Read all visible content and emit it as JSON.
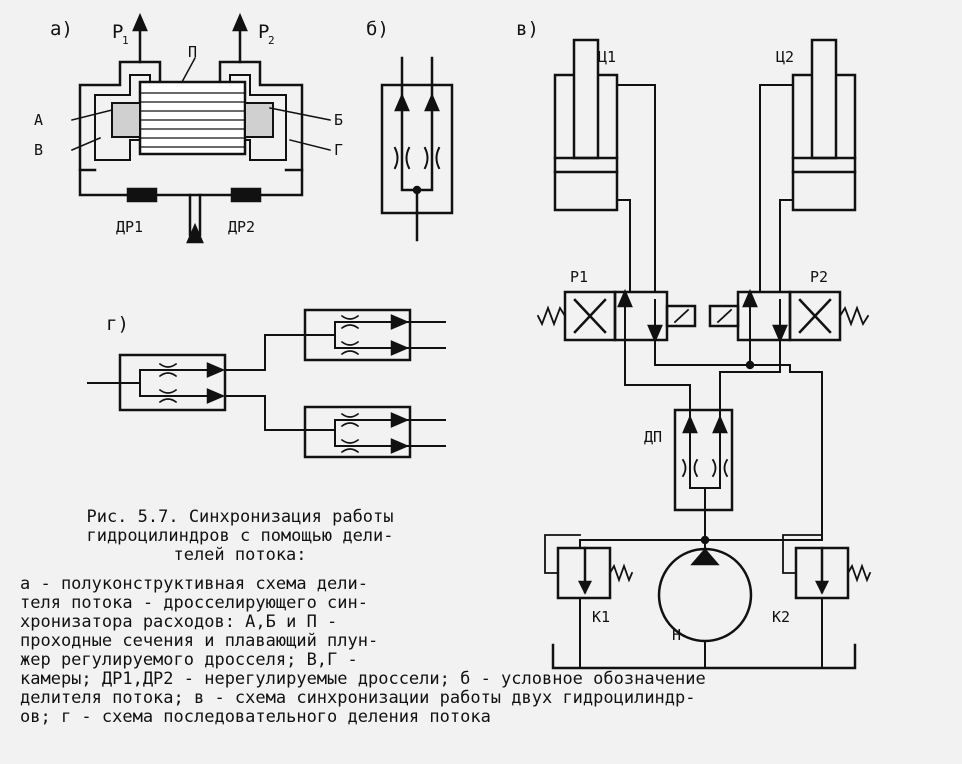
{
  "panels": {
    "a": {
      "label": "а)",
      "p1": "P",
      "p1_sub": "1",
      "p2": "P",
      "p2_sub": "2",
      "plunger": "П",
      "A": "А",
      "B": "Б",
      "V": "В",
      "G": "Г",
      "dr1": "ДР1",
      "dr2": "ДР2"
    },
    "b": {
      "label": "б)"
    },
    "v": {
      "label": "в)",
      "c1": "Ц1",
      "c2": "Ц2",
      "r1": "Р1",
      "r2": "Р2",
      "dp": "ДП",
      "k1": "К1",
      "k2": "К2",
      "pump": "Н"
    },
    "g": {
      "label": "г)"
    }
  },
  "caption": {
    "title_lines": [
      "Рис. 5.7. Синхронизация работы",
      "гидроцилиндров с помощью дели-",
      "телей потока:"
    ],
    "desc_lines": [
      "а - полуконструктивная схема дели-",
      "теля потока - дросселирующего син-",
      "хронизатора расходов: А,Б и П -",
      "проходные сечения и плавающий плун-",
      "жер регулируемого дросселя; В,Г -",
      "камеры; ДР1,ДР2 - нерегулируемые дроссели; б - условное обозначение",
      "делителя потока; в - схема синхронизации работы двух гидроцилиндр-",
      "ов; г - схема последовательного деления потока"
    ]
  }
}
